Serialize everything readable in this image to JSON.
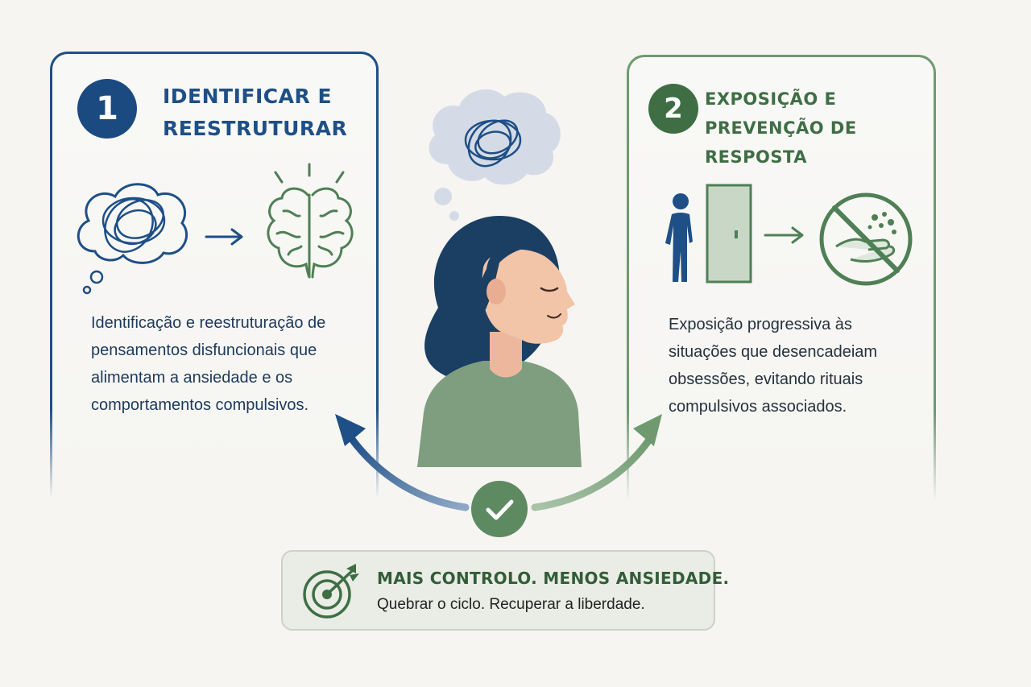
{
  "step1": {
    "number": "1",
    "title": "IDENTIFICAR E REESTRUTURAR",
    "description": "Identificação e reestruturação de pensamentos disfuncionais que alimentam a ansiedade e os comportamentos compulsivos."
  },
  "step2": {
    "number": "2",
    "title": "EXPOSIÇÃO E PREVENÇÃO DE RESPOSTA",
    "description": "Exposição progressiva às situações que desencadeiam obsessões, evitando rituais compulsivos associados."
  },
  "banner": {
    "title": "MAIS CONTROLO. MENOS ANSIEDADE.",
    "subtitle": "Quebrar o ciclo. Recuperar a liberdade."
  },
  "colors": {
    "blue": "#1e4f86",
    "green": "#5e8a62",
    "background": "#f6f5f2"
  },
  "icons": [
    "tangled-thought-icon",
    "brain-icon",
    "person-walking-icon",
    "door-icon",
    "no-washing-icon",
    "checkmark-icon",
    "target-icon"
  ]
}
